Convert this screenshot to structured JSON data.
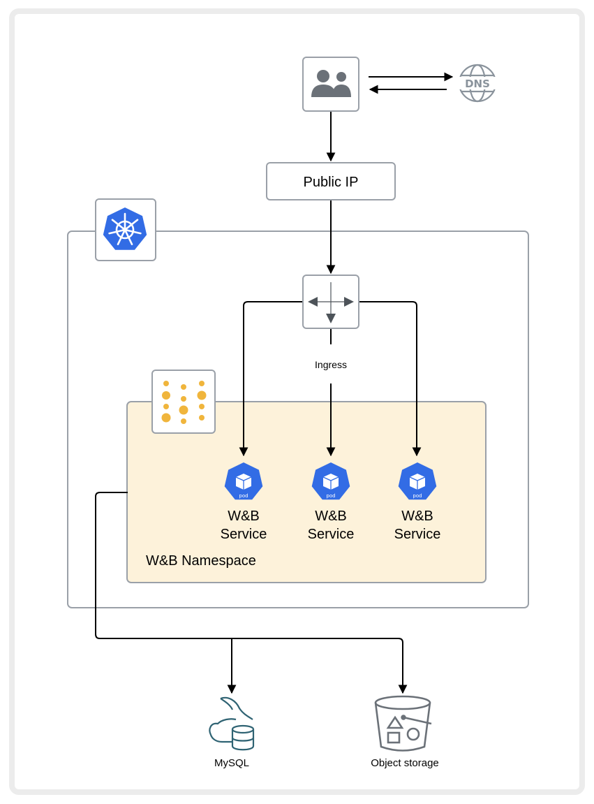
{
  "nodes": {
    "public_ip": "Public IP",
    "ingress": "Ingress",
    "namespace": "W&B Namespace",
    "services": [
      {
        "line1": "W&B",
        "line2": "Service",
        "icon_label": "pod"
      },
      {
        "line1": "W&B",
        "line2": "Service",
        "icon_label": "pod"
      },
      {
        "line1": "W&B",
        "line2": "Service",
        "icon_label": "pod"
      }
    ],
    "mysql": "MySQL",
    "object_storage": "Object storage",
    "dns": "DNS"
  },
  "icons": {
    "users": "users-icon",
    "dns": "dns-globe-icon",
    "kubernetes": "kubernetes-helm-icon",
    "ingress": "ingress-arrows-icon",
    "wandb": "wandb-dots-logo-icon",
    "pod": "kubernetes-pod-icon",
    "mysql": "mysql-dolphin-database-icon",
    "object_storage": "bucket-icon"
  },
  "colors": {
    "kubernetes_blue": "#326ce5",
    "namespace_fill": "#fdf2da",
    "wandb_dot": "#f0b53c",
    "box_stroke": "#9aa0a8",
    "icon_gray": "#6b7178",
    "mysql_teal": "#2f6373"
  }
}
